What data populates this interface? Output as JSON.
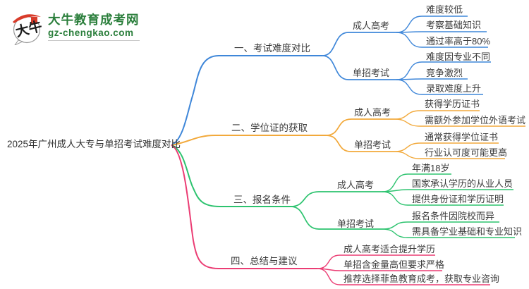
{
  "logo": {
    "site_name": "大牛教育成考网",
    "site_url": "gz-chengkao.com",
    "icon_text": "大牛"
  },
  "root": {
    "label": "2025年广州成人大专与单招考试难度对比"
  },
  "branches": [
    {
      "label": "一、考试难度对比",
      "color": "#3f87d9",
      "children": [
        {
          "label": "成人高考",
          "leaves": [
            "难度较低",
            "考察基础知识",
            "通过率高于80%"
          ]
        },
        {
          "label": "单招考试",
          "leaves": [
            "难度因专业不同",
            "竞争激烈",
            "录取难度上升"
          ]
        }
      ]
    },
    {
      "label": "二、学位证的获取",
      "color": "#f2a93b",
      "children": [
        {
          "label": "成人高考",
          "leaves": [
            "获得学历证书",
            "需额外参加学位外语考试"
          ]
        },
        {
          "label": "单招考试",
          "leaves": [
            "通常获得学位证书",
            "行业认可度可能更高"
          ]
        }
      ]
    },
    {
      "label": "三、报名条件",
      "color": "#2dc36f",
      "children": [
        {
          "label": "成人高考",
          "leaves": [
            "年满18岁",
            "国家承认学历的从业人员",
            "提供身份证和学历证明"
          ]
        },
        {
          "label": "单招考试",
          "leaves": [
            "报名条件因院校而异",
            "需具备学业基础和专业知识"
          ]
        }
      ]
    },
    {
      "label": "四、总结与建议",
      "color": "#eb3d74",
      "leaves": [
        "成人高考适合提升学历",
        "单招含金量高但要求严格",
        "推荐选择菲鱼教育成考，获取专业咨询"
      ]
    }
  ],
  "colors": {
    "branch1_blue": "#3f87d9",
    "branch2_yellow": "#f2a93b",
    "branch3_green": "#2dc36f",
    "branch4_pink": "#eb3d74",
    "logo_green": "#2a7e3b",
    "seal_red": "#d83b2a",
    "text": "#3b3b3b"
  }
}
